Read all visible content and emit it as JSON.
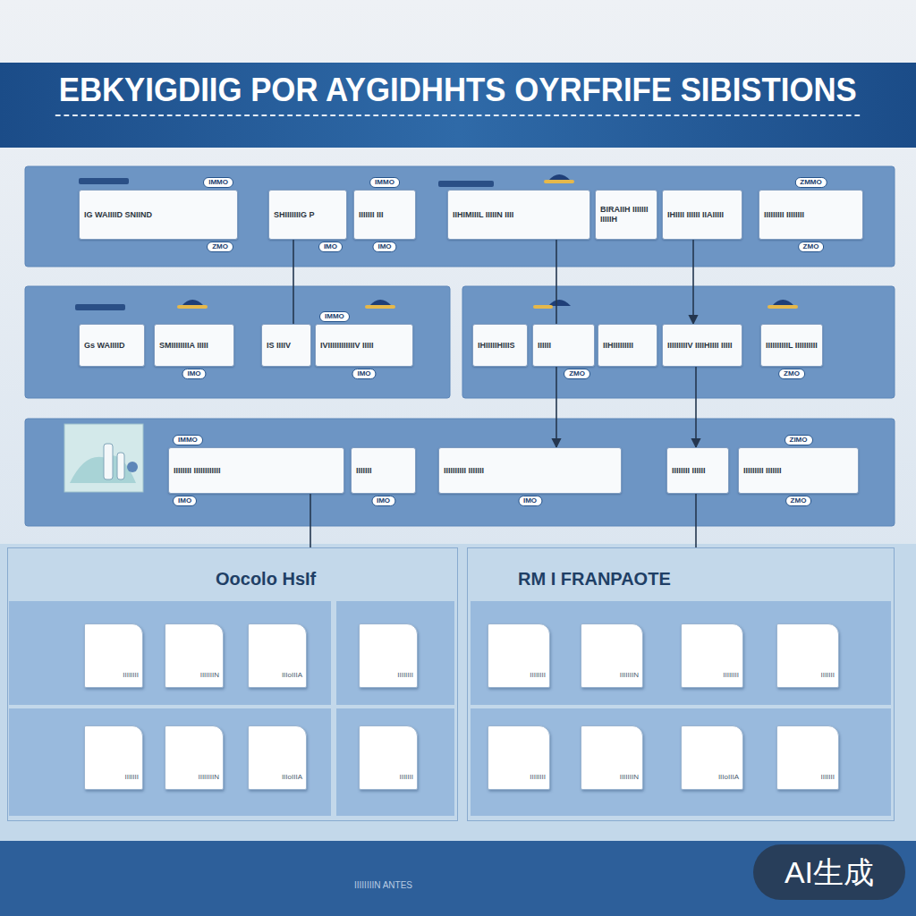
{
  "diagram": {
    "title": "EBKYIGDIIG POR AYGIDHHTS OYRFRIFE SIBISTIONS",
    "nodes": [
      {
        "text": [
          "IMMO",
          "IG WAIIIID SNIIND",
          "ZMO"
        ]
      },
      {
        "text": [
          "SHIIIIIIIG P",
          "IMO"
        ]
      },
      {
        "text": [
          "IMMO",
          "IIIIIII III",
          "IMO"
        ]
      },
      {
        "text": [
          "IIHIMIIIL IIIIIN IIII"
        ]
      },
      {
        "text": [
          "BIRAIIH IIIIIII IIIIIH"
        ]
      },
      {
        "text": [
          "IHIIII IIIIII IIAIIIII"
        ]
      },
      {
        "text": [
          "ZMMO",
          "IIIIIIIII IIIIIIII",
          "ZMO"
        ]
      },
      {
        "text": [
          "Gs WAIIIID"
        ]
      },
      {
        "text": [
          "SMIIIIIIIIA IIIII",
          "IMO"
        ]
      },
      {
        "text": [
          "IS IIIIV"
        ]
      },
      {
        "text": [
          "IMMO",
          "IVIIIIIIIIIIIIV IIIII",
          "IMO"
        ]
      },
      {
        "text": [
          "IHIIIIIHIIIS"
        ]
      },
      {
        "text": [
          "IIIIII",
          "ZMO"
        ]
      },
      {
        "text": [
          "IIHIIIIIIIII"
        ]
      },
      {
        "text": [
          "IIIIIIIIIV IIIIHIIII IIIII"
        ]
      },
      {
        "text": [
          "IIIIIIIIIIL IIIIIIIIII",
          "ZMO"
        ]
      },
      {
        "text": [
          "IMMO",
          "IIIIIIII IIIIIIIIIIII",
          "IMO"
        ]
      },
      {
        "text": [
          "IIIIIII",
          "IMO"
        ]
      },
      {
        "text": [
          "IIIIIIIIII IIIIIII",
          "IMO"
        ]
      },
      {
        "text": [
          "IIIIIIII IIIIII"
        ]
      },
      {
        "text": [
          "ZIMO",
          "IIIIIIIII IIIIIII",
          "ZMO"
        ]
      },
      {
        "text": [
          "Oocolo HsIf"
        ]
      },
      {
        "text": [
          "RM I FRANPAOTE"
        ]
      },
      {
        "text": [
          "IIIIIIII"
        ],
        "in": 21
      },
      {
        "text": [
          "IIIIIIIN"
        ],
        "in": 21
      },
      {
        "text": [
          "IIIoIIIA"
        ],
        "in": 21
      },
      {
        "text": [
          "IIIIIIII"
        ],
        "in": 21
      },
      {
        "text": [
          "IIIIIII"
        ],
        "in": 21
      },
      {
        "text": [
          "IIIIIIIIN"
        ],
        "in": 21
      },
      {
        "text": [
          "IIIoIIIA"
        ],
        "in": 21
      },
      {
        "text": [
          "IIIIIII"
        ],
        "in": 21
      },
      {
        "text": [
          "IIIIIIII"
        ],
        "in": 22
      },
      {
        "text": [
          "IIIIIIIN"
        ],
        "in": 22
      },
      {
        "text": [
          "IIIIIIII"
        ],
        "in": 22
      },
      {
        "text": [
          "IIIIIII"
        ],
        "in": 22
      },
      {
        "text": [
          "IIIIIIII"
        ],
        "in": 22
      },
      {
        "text": [
          "IIIIIIIN"
        ],
        "in": 22
      },
      {
        "text": [
          "IIIoIIIA"
        ],
        "in": 22
      },
      {
        "text": [
          "IIIIIII"
        ],
        "in": 22
      }
    ],
    "edges": [
      {
        "from": 1,
        "to": 9,
        "arrow": "none"
      },
      {
        "from": 3,
        "to": 12,
        "arrow": "none"
      },
      {
        "from": 5,
        "to": 14,
        "arrow": "to"
      },
      {
        "from": 12,
        "to": 18,
        "arrow": "to"
      },
      {
        "from": 14,
        "to": 19,
        "arrow": "to"
      },
      {
        "from": 16,
        "to": 21,
        "arrow": "none"
      },
      {
        "from": 19,
        "to": 22,
        "arrow": "none"
      }
    ],
    "labels": [
      "AI生成",
      "IIIIIIIIN ANTES"
    ]
  }
}
